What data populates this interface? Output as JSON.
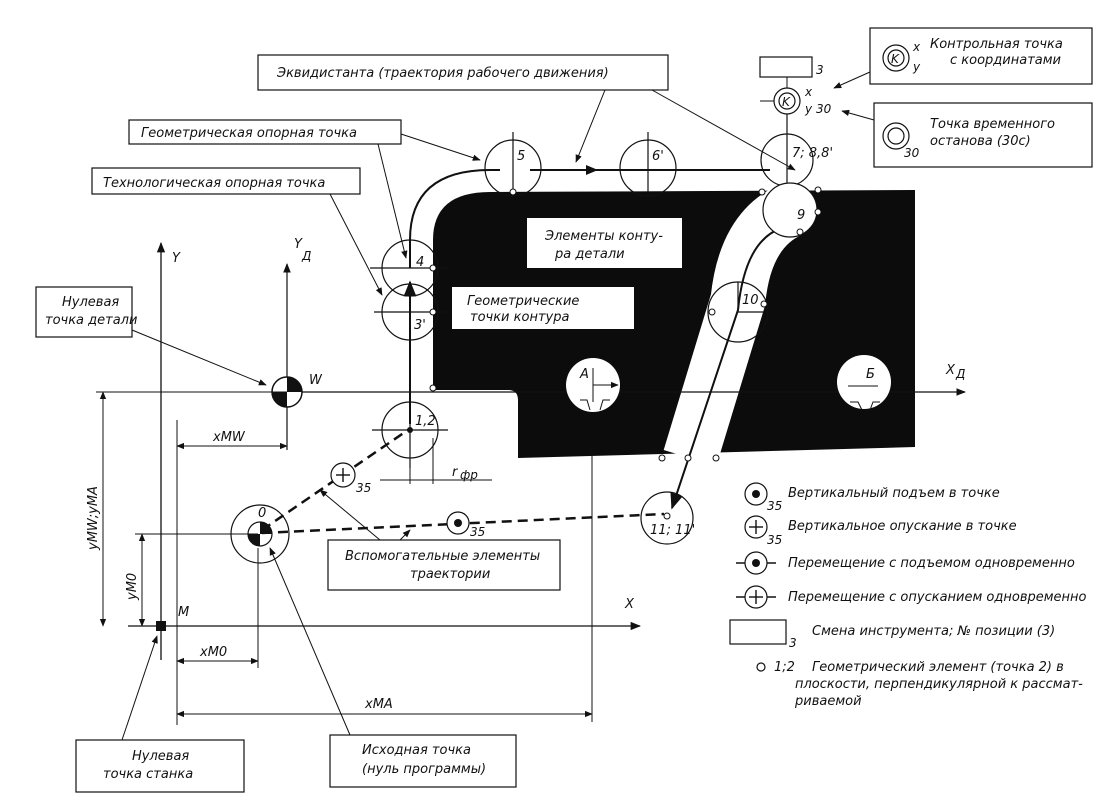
{
  "labels": {
    "equidistant": "Эквидистанта (траектория рабочего движения)",
    "geom_ref_point": "Геометрическая опорная точка",
    "tech_ref_point": "Технологическая опорная точка",
    "zero_part_line1": "Нулевая",
    "zero_part_line2": "точка детали",
    "zero_machine_line1": "Нулевая",
    "zero_machine_line2": "точка станка",
    "start_point_line1": "Исходная точка",
    "start_point_line2": "(нуль программы)",
    "aux_elements_line1": "Вспомогательные элементы",
    "aux_elements_line2": "траектории",
    "contour_elements_line1": "Элементы конту-",
    "contour_elements_line2": "ра детали",
    "geom_contour_points_line1": "Геометрические",
    "geom_contour_points_line2": "точки контура",
    "control_point_line1": "Контрольная точка",
    "control_point_line2": "с координатами",
    "temp_stop_line1": "Точка временного",
    "temp_stop_line2": "останова (30с)"
  },
  "axes": {
    "x": "X",
    "y": "Y",
    "xa": "X",
    "xa_sub": "Д",
    "ya": "Y",
    "ya_sub": "Д",
    "m": "M",
    "w": "W",
    "xmw": "xMW",
    "xm0": "xM0",
    "xma": "xMA",
    "ymw_yma": "yMW;yMA",
    "ym0": "yM0",
    "r_fr": "r",
    "r_fr_sub": "фр"
  },
  "points": {
    "p0": "0",
    "p12": "1,2",
    "p3": "3'",
    "p4": "4",
    "p5": "5",
    "p6": "6'",
    "p78": "7; 8,8'",
    "p9": "9",
    "p10": "10",
    "p1111": "11; 11'",
    "hole_a": "А",
    "hole_b": "Б",
    "k": "K",
    "kx": "x",
    "ky": "y",
    "k30": "30",
    "tool_pos": "3",
    "n35": "35"
  },
  "legend": {
    "vert_up": "Вертикальный подъем в точке",
    "vert_down": "Вертикальное опускание в точке",
    "move_up": "Перемещение с подъемом одновременно",
    "move_down": "Перемещение с опусканием одновременно",
    "tool_change": "Смена инструмента; № позиции (3)",
    "geom_elem_num": "1;2",
    "geom_elem_line1": "Геометрический элемент (точка 2) в",
    "geom_elem_line2": "плоскости, перпендикулярной к рассмат-",
    "geom_elem_line3": "риваемой",
    "sub35": "35",
    "legend_k": "K",
    "legend_x": "x",
    "legend_y": "y",
    "legend_30": "30",
    "legend_3": "3"
  },
  "colors": {
    "ink": "#111111",
    "part": "#0c0c0c",
    "paper": "#ffffff"
  }
}
